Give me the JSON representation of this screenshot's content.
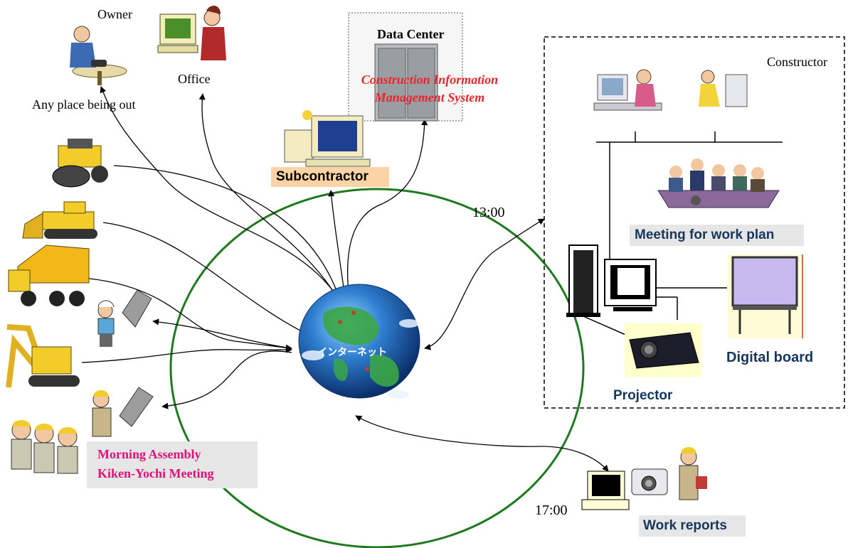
{
  "labels": {
    "owner": "Owner",
    "office": "Office",
    "any_place": "Any place being out",
    "data_center_title": "Data Center",
    "data_center_system_line1": "Construction Information",
    "data_center_system_line2": "Management System",
    "constructor": "Constructor",
    "subcontractor": "Subcontractor",
    "time_1300": "13:00",
    "time_1700": "17:00",
    "meeting_work_plan": "Meeting for work plan",
    "digital_board": "Digital board",
    "projector": "Projector",
    "internet": "インターネット",
    "morning_line1": "Morning Assembly",
    "morning_line2": "Kiken-Yochi Meeting",
    "work_reports": "Work reports"
  },
  "colors": {
    "network_circle": "#1f7a1f",
    "label_highlight_gray": "#e6e6e6",
    "subcontractor_bg": "#fbd3a4",
    "projector_bg": "#ffffcc",
    "navy_text": "#16365c",
    "red_text": "#e8262b",
    "magenta_text": "#e0107a"
  }
}
